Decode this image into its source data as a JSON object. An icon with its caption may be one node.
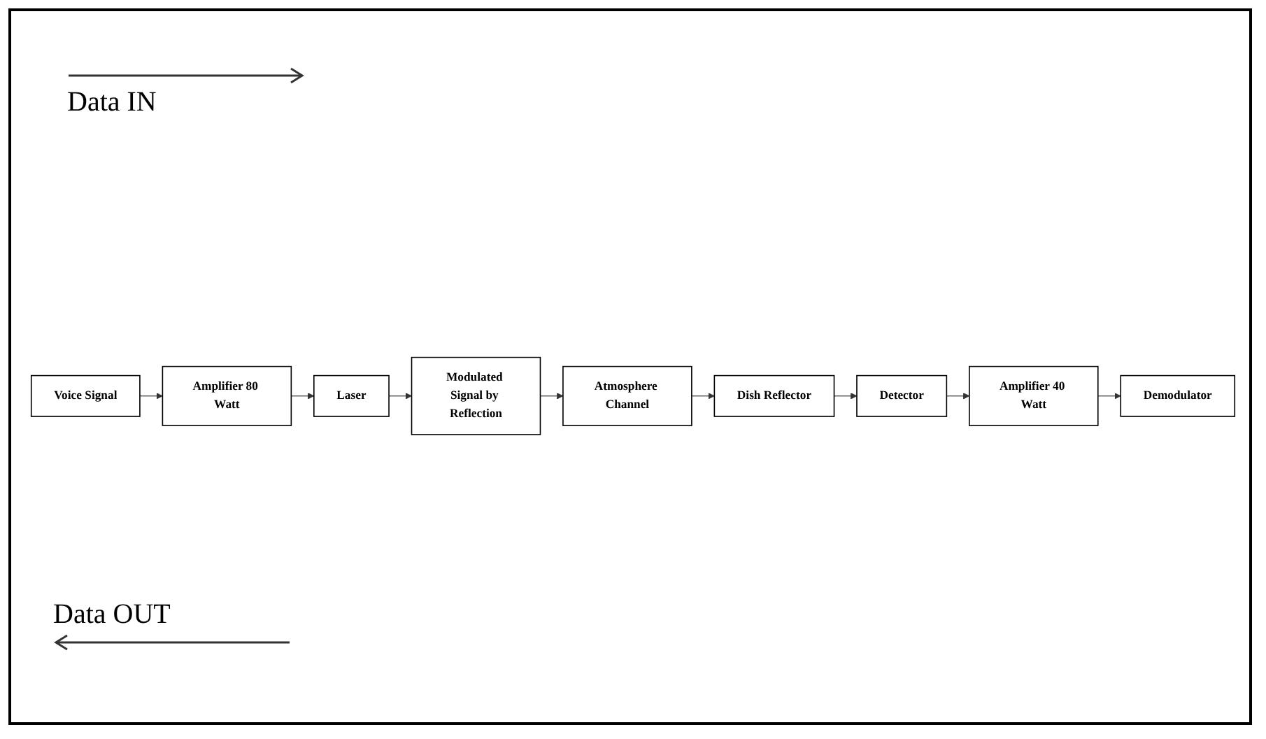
{
  "diagram": {
    "nodes": [
      {
        "text": [
          "Voice Signal"
        ]
      },
      {
        "text": [
          "Amplifier 80 Watt"
        ]
      },
      {
        "text": [
          "Laser"
        ]
      },
      {
        "text": [
          "Modulated Signal by Reflection"
        ]
      },
      {
        "text": [
          "Atmosphere Channel"
        ]
      },
      {
        "text": [
          "Dish Reflector"
        ]
      },
      {
        "text": [
          "Detector"
        ]
      },
      {
        "text": [
          "Amplifier 40 Watt"
        ]
      },
      {
        "text": [
          "Demodulator"
        ]
      }
    ],
    "edges": [
      {
        "from": 0,
        "to": 1,
        "arrow": "to"
      },
      {
        "from": 1,
        "to": 2,
        "arrow": "to"
      },
      {
        "from": 2,
        "to": 3,
        "arrow": "to"
      },
      {
        "from": 3,
        "to": 4,
        "arrow": "to"
      },
      {
        "from": 4,
        "to": 5,
        "arrow": "to"
      },
      {
        "from": 5,
        "to": 6,
        "arrow": "to"
      },
      {
        "from": 6,
        "to": 7,
        "arrow": "to"
      },
      {
        "from": 7,
        "to": 8,
        "arrow": "to"
      }
    ],
    "labels": [
      "Data IN",
      "Data OUT"
    ]
  }
}
